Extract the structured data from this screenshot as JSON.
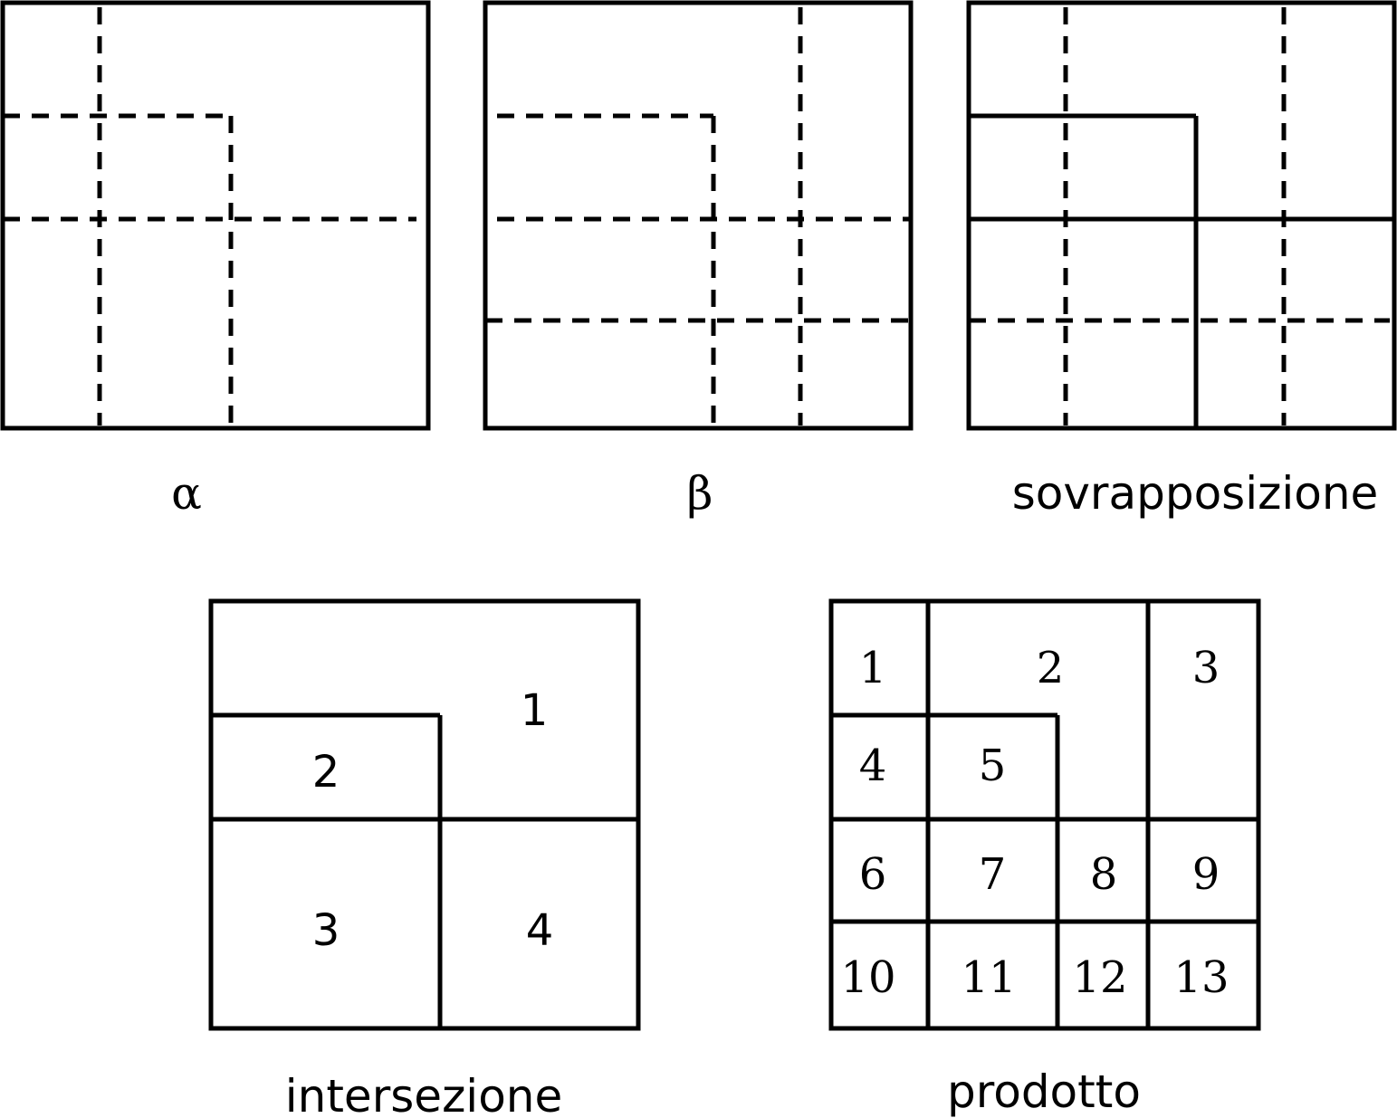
{
  "captions": {
    "alpha": "α",
    "beta": "β",
    "overlap": "sovrapposizione",
    "intersection": "intersezione",
    "product": "prodotto"
  },
  "intersection_regions": [
    "1",
    "2",
    "3",
    "4"
  ],
  "product_regions": [
    "1",
    "2",
    "3",
    "4",
    "5",
    "6",
    "7",
    "8",
    "9",
    "10",
    "11",
    "12",
    "13"
  ],
  "colors": {
    "stroke": "#000000",
    "background": "#ffffff"
  }
}
